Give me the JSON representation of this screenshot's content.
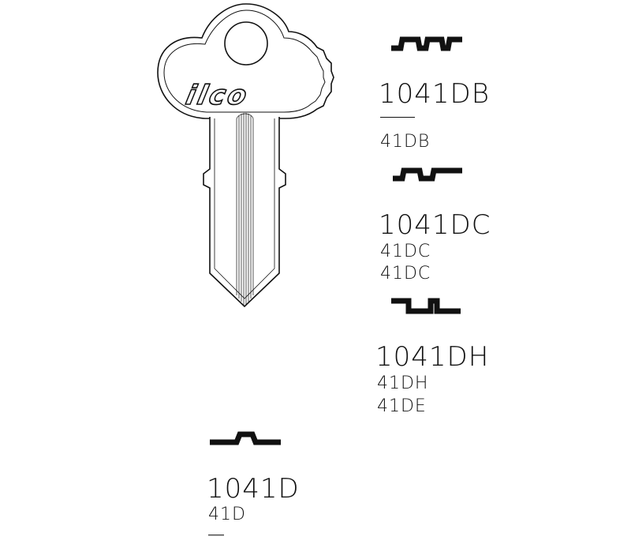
{
  "brand": {
    "logo": "ilco"
  },
  "colors": {
    "ink": "#111111",
    "paper": "#ffffff"
  },
  "blanks": [
    {
      "code": "1041DB",
      "alternates": [
        "41DB"
      ]
    },
    {
      "code": "1041DC",
      "alternates": [
        "41DC",
        "41DC"
      ]
    },
    {
      "code": "1041DH",
      "alternates": [
        "41DH",
        "41DE"
      ]
    },
    {
      "code": "1041D",
      "alternates": [
        "41D"
      ]
    }
  ]
}
